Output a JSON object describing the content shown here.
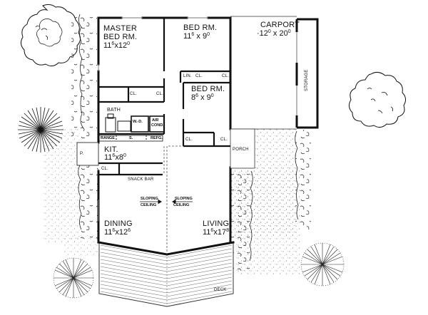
{
  "plan": {
    "type": "house floor plan",
    "rooms": {
      "master": {
        "name_line1": "MASTER",
        "name_line2": "BED RM.",
        "dim_w": "11",
        "dim_w_in": "6",
        "dim_d": "12",
        "dim_d_in": "0"
      },
      "bed2": {
        "name": "BED RM.",
        "dim_w": "11",
        "dim_w_in": "6",
        "dim_d": "9",
        "dim_d_in": "0"
      },
      "bed3": {
        "name": "BED RM.",
        "dim_w": "8",
        "dim_w_in": "6",
        "dim_d": "9",
        "dim_d_in": "0"
      },
      "carport": {
        "name": "CARPORT",
        "dim_w": "12",
        "dim_w_in": "0",
        "dim_d": "20",
        "dim_d_in": "0"
      },
      "storage": {
        "name": "STORAGE"
      },
      "bath": {
        "name": "BATH"
      },
      "kitchen": {
        "name": "KIT.",
        "dim_w": "11",
        "dim_w_in": "6",
        "dim_d": "8",
        "dim_d_in": "0"
      },
      "dining": {
        "name": "DINING",
        "dim_w": "11",
        "dim_w_in": "6",
        "dim_d": "12",
        "dim_d_in": "6"
      },
      "living": {
        "name": "LIVING",
        "dim_w": "11",
        "dim_w_in": "6",
        "dim_d": "17",
        "dim_d_in": "8"
      },
      "porch": {
        "name": "PORCH"
      },
      "deck": {
        "name": "DECK"
      }
    },
    "fixtures": {
      "closet": "CL.",
      "linen": "LIN.",
      "washer_dryer": "W.-D.",
      "air_cond_1": "AIR",
      "air_cond_2": "COND.",
      "range": "RANGE",
      "sink": "S.",
      "refrigerator": "REFG.",
      "snack_bar": "SNACK BAR",
      "patio": "P.",
      "sloping_left_1": "SLOPING",
      "sloping_left_2": "CEILING",
      "sloping_right_1": "SLOPING",
      "sloping_right_2": "CEILING"
    },
    "landscape": {
      "trees": [
        "deciduous-tree-top-left",
        "conifer-left",
        "deciduous-tree-right",
        "conifer-bottom-left",
        "conifer-bottom-right"
      ]
    },
    "colors": {
      "ink": "#111111",
      "paper": "#ffffff",
      "hatch": "#555555"
    }
  }
}
